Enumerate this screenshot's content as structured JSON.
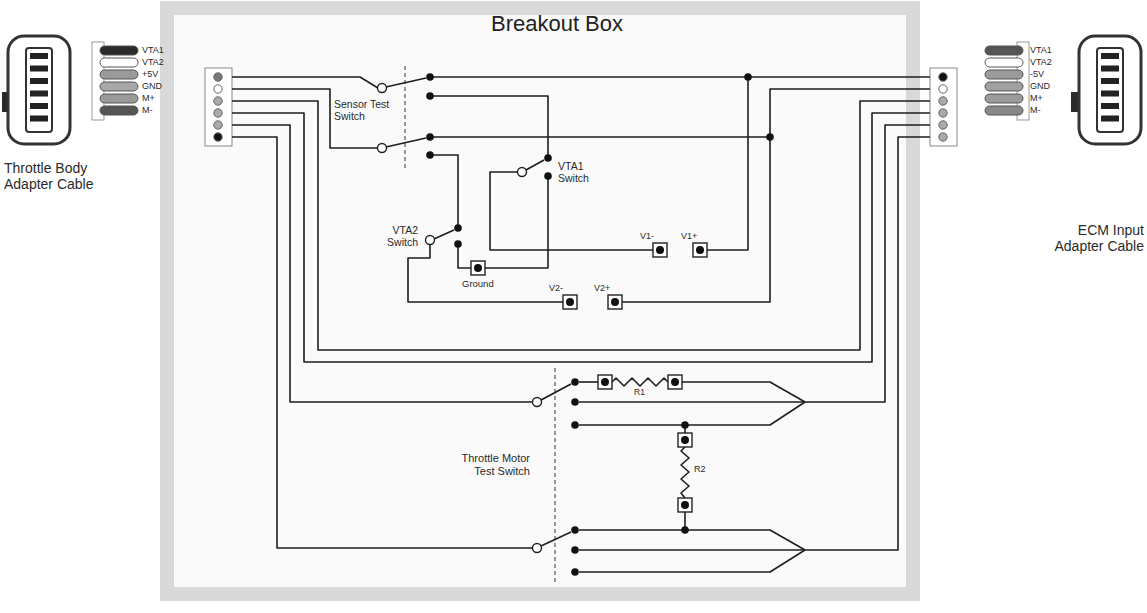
{
  "diagram": {
    "nodes": [
      {
        "text": [
          "Breakout Box"
        ]
      }
    ],
    "labels": [
      "VTA1",
      "VTA2",
      "+5V",
      "GND",
      "M+",
      "M-",
      "Throttle Body Adapter Cable",
      "Sensor Test Switch",
      "VTA1 Switch",
      "VTA2 Switch",
      "Ground",
      "V1-",
      "V1+",
      "V2-",
      "V2+",
      "R1",
      "R2",
      "Throttle Motor Test Switch",
      "VTA1",
      "VTA2",
      "-5V",
      "GND",
      "M+",
      "M-",
      "ECM Input Adapter Cable"
    ]
  }
}
